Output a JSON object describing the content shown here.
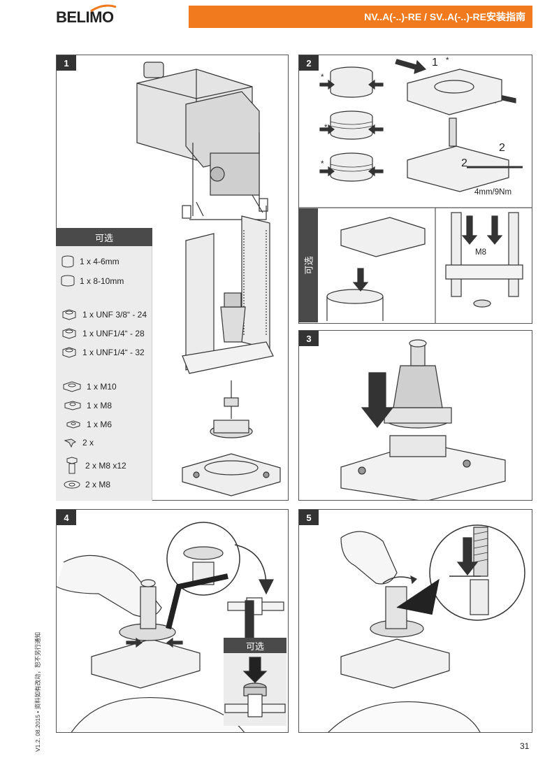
{
  "header": {
    "brand": "BELIMO",
    "title": "NV..A(-..)-RE / SV..A(-..)-RE安装指南"
  },
  "steps": [
    {
      "number": "1"
    },
    {
      "number": "2"
    },
    {
      "number": "3"
    },
    {
      "number": "4"
    },
    {
      "number": "5"
    }
  ],
  "optional_label": "可选",
  "parts": [
    {
      "label": "1 x 4-6mm"
    },
    {
      "label": "1 x 8-10mm"
    },
    {
      "label": "1 x UNF 3/8“ - 24"
    },
    {
      "label": "1 x UNF1/4“ - 28"
    },
    {
      "label": "1 x UNF1/4“ - 32"
    },
    {
      "label": "1 x M10"
    },
    {
      "label": "1 x M8"
    },
    {
      "label": "1 x M6"
    },
    {
      "label": "2 x"
    },
    {
      "label": "2 x M8 x12"
    },
    {
      "label": "2 x M8"
    }
  ],
  "step2": {
    "label_1": "1",
    "label_2a": "2",
    "label_2b": "2",
    "torque": "4mm/9Nm",
    "bolt_label": "M8",
    "asterisk": "*"
  },
  "footer": {
    "version_note": "V1.2. 08.2015 • 资料如有改动，恕不另行通知",
    "page": "31"
  },
  "colors": {
    "accent": "#f07a1d",
    "dark_tab": "#4a4a4a",
    "optional_bg": "#ececec"
  }
}
